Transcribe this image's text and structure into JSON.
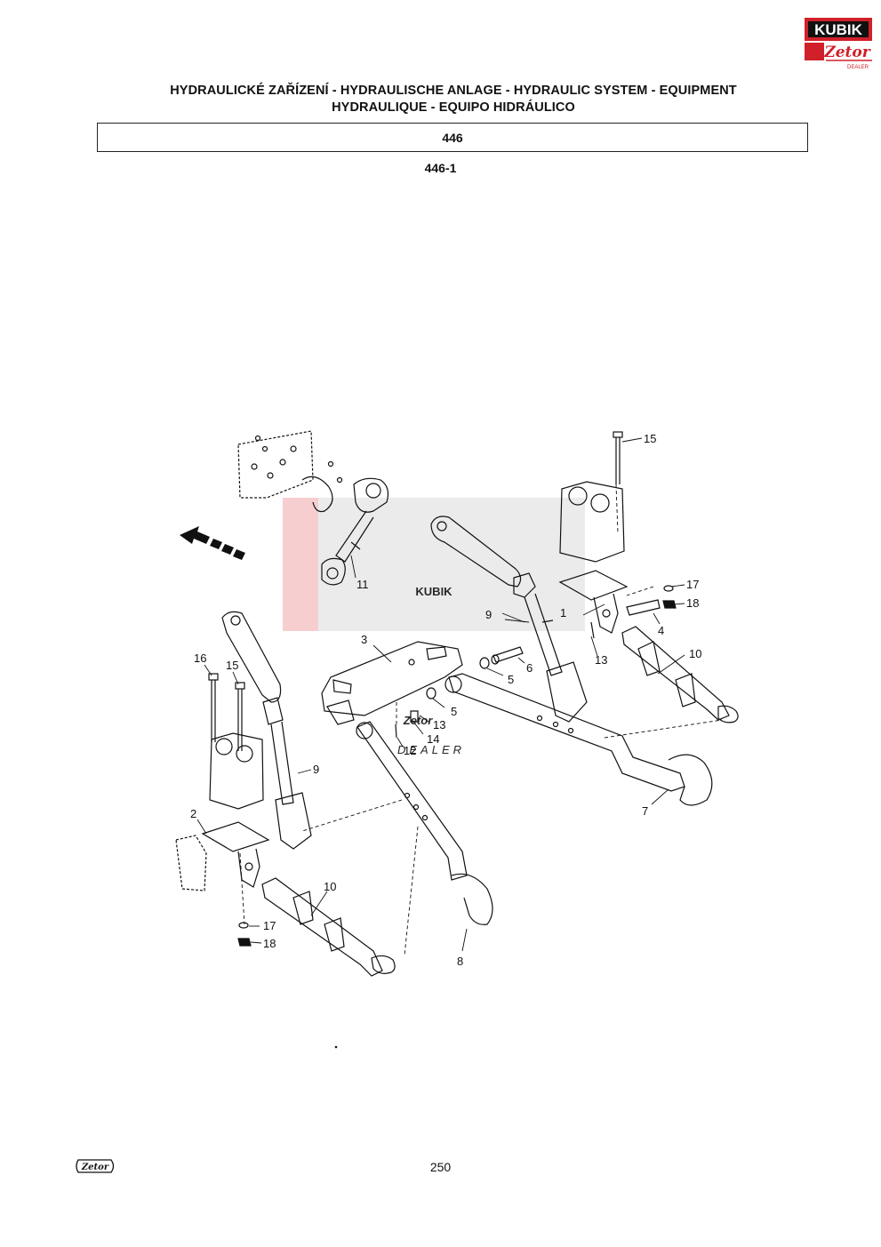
{
  "header": {
    "brand_logo_text": "KUBIK",
    "brand_sub_text": "Zetor",
    "brand_dealer_text": "DEALER",
    "title_line1": "HYDRAULICKÉ ZAŘÍZENÍ - HYDRAULISCHE ANLAGE - HYDRAULIC SYSTEM - EQUIPMENT",
    "title_line2": "HYDRAULIQUE - EQUIPO HIDRÁULICO",
    "group_number": "446",
    "figure_number": "446-1"
  },
  "callouts": {
    "c1": "1",
    "c2": "2",
    "c3": "3",
    "c4": "4",
    "c5a": "5",
    "c5b": "5",
    "c6": "6",
    "c7": "7",
    "c8": "8",
    "c9a": "9",
    "c9b": "9",
    "c10a": "10",
    "c10b": "10",
    "c11": "11",
    "c12": "12",
    "c13a": "13",
    "c13b": "13",
    "c14": "14",
    "c15a": "15",
    "c15b": "15",
    "c16": "16",
    "c17a": "17",
    "c17b": "17",
    "c18a": "18",
    "c18b": "18"
  },
  "watermark": {
    "main": "KUBIK",
    "sub": "Zetor",
    "dealer": "DEALER"
  },
  "footer": {
    "logo_text": "Zetor",
    "page_number": "250"
  },
  "colors": {
    "brand_red": "#d0202a",
    "ink": "#111111",
    "watermark_grey": "#dcdcdc",
    "watermark_red": "#f4c4c6"
  }
}
